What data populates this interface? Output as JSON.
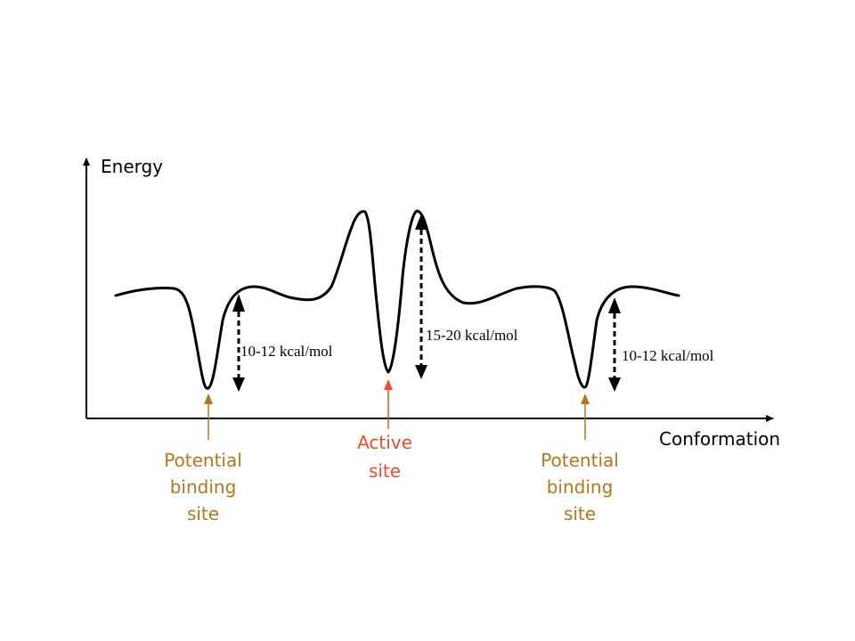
{
  "axes": {
    "y_label": "Energy",
    "x_label": "Conformation"
  },
  "energy_barriers": {
    "left": "10-12 kcal/mol",
    "middle": "15-20 kcal/mol",
    "right": "10-12 kcal/mol"
  },
  "sites": {
    "left": [
      "Potential",
      "binding",
      "site"
    ],
    "center": [
      "Active",
      "site"
    ],
    "right": [
      "Potential",
      "binding",
      "site"
    ]
  },
  "colors": {
    "potential_site": "#b7741a",
    "active_site": "#f04a2a",
    "curve": "#000000"
  }
}
